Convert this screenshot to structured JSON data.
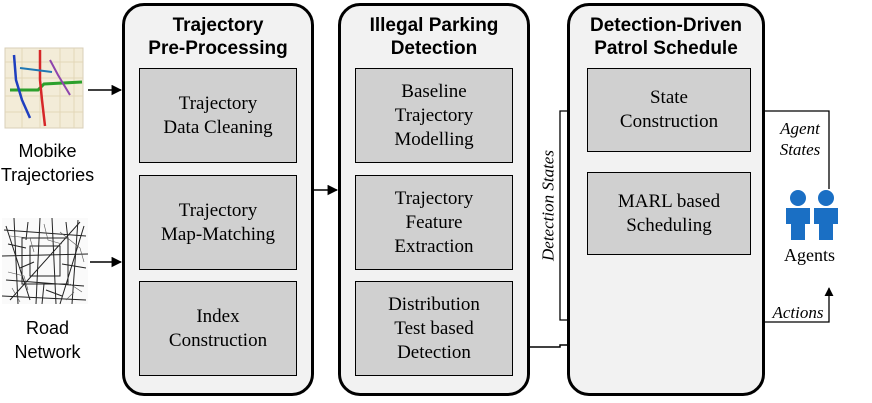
{
  "inputs": {
    "mobike_label": "Mobike\nTrajectories",
    "road_label": "Road\nNetwork"
  },
  "panel1": {
    "title": "Trajectory\nPre-Processing",
    "boxes": [
      "Trajectory\nData Cleaning",
      "Trajectory\nMap-Matching",
      "Index\nConstruction"
    ]
  },
  "panel2": {
    "title": "Illegal Parking\nDetection",
    "boxes": [
      "Baseline\nTrajectory\nModelling",
      "Trajectory\nFeature\nExtraction",
      "Distribution\nTest based\nDetection"
    ]
  },
  "panel3": {
    "title": "Detection-Driven\nPatrol Schedule",
    "boxes": [
      "State\nConstruction",
      "MARL based\nScheduling"
    ]
  },
  "labels": {
    "detection_states": "Detection States",
    "agent_states": "Agent\nStates",
    "agents": "Agents",
    "actions": "Actions"
  }
}
